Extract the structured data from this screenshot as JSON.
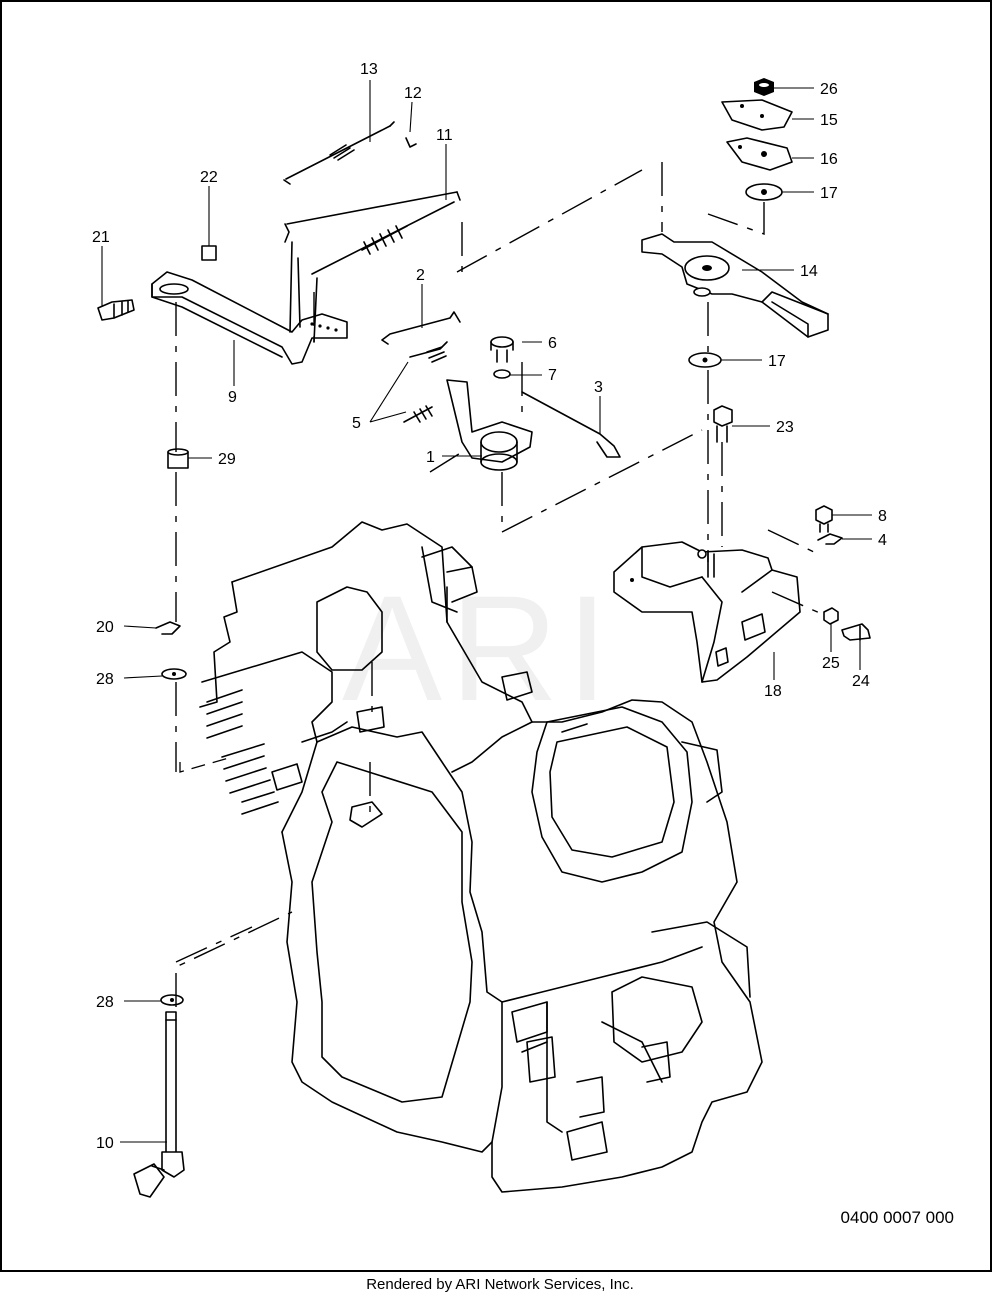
{
  "watermark": "ARI",
  "callouts": [
    "13",
    "12",
    "11",
    "22",
    "21",
    "9",
    "2",
    "6",
    "7",
    "3",
    "5",
    "1",
    "29",
    "26",
    "15",
    "16",
    "17",
    "14",
    "17",
    "23",
    "8",
    "4",
    "18",
    "25",
    "24",
    "20",
    "28",
    "28",
    "10"
  ],
  "drawing_number": "0400 0007 000",
  "footer": "Rendered by ARI Network Services, Inc."
}
